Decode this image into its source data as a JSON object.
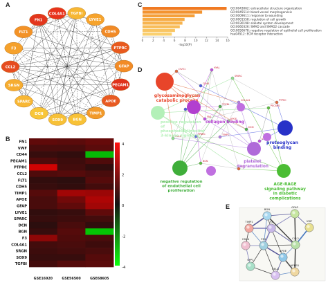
{
  "panels": {
    "a": "A",
    "b": "B",
    "c": "C",
    "d": "D",
    "e": "E"
  },
  "network_a": {
    "genes": [
      "COL4A1",
      "TGFBI",
      "LYVE1",
      "CDH5",
      "PTPRC",
      "GFAP",
      "PECAM1",
      "APOE",
      "TIMP1",
      "BGN",
      "SOX9",
      "DCN",
      "SPARC",
      "SRGN",
      "CCL2",
      "F3",
      "FLT1",
      "FN1"
    ],
    "colors": [
      "#e8331c",
      "#f7b733",
      "#f6a32c",
      "#f18a26",
      "#e85a1f",
      "#f28b27",
      "#e0331c",
      "#e85a22",
      "#f29a2a",
      "#f8c236",
      "#f7c137",
      "#f8c63a",
      "#f8b734",
      "#f6ad31",
      "#e64c1f",
      "#f5a12c",
      "#f39227",
      "#e3361d"
    ]
  },
  "heatmap": {
    "rows": [
      "FN1",
      "VWF",
      "CD44",
      "PECAM1",
      "PTPRC",
      "CCL2",
      "FLT1",
      "CDH5",
      "TIMP1",
      "APOE",
      "GFAP",
      "LYVE1",
      "SPARC",
      "DCN",
      "BGN",
      "F3",
      "COL4A1",
      "SRGN",
      "SOX9",
      "TGFBI"
    ],
    "columns": [
      "GSE16920",
      "GSE56500",
      "GSE68605"
    ],
    "legend_ticks": [
      "4",
      "2",
      "0",
      "-2",
      "-4"
    ],
    "values": [
      [
        1.3,
        1.2,
        1.4
      ],
      [
        0.9,
        0.9,
        1.2
      ],
      [
        0.6,
        0.5,
        -2.8
      ],
      [
        1.0,
        0.7,
        1.0
      ],
      [
        3.2,
        0.8,
        0.5
      ],
      [
        1.0,
        1.1,
        0.9
      ],
      [
        0.5,
        0.4,
        1.1
      ],
      [
        0.6,
        0.5,
        0.8
      ],
      [
        1.1,
        2.4,
        2.3
      ],
      [
        0.9,
        1.6,
        2.6
      ],
      [
        0.9,
        1.3,
        2.4
      ],
      [
        0.5,
        0.6,
        1.3
      ],
      [
        0.6,
        0.7,
        0.8
      ],
      [
        0.4,
        0.9,
        0.5
      ],
      [
        0.6,
        1.1,
        -3.0
      ],
      [
        2.1,
        1.0,
        0.9
      ],
      [
        0.8,
        0.9,
        0.7
      ],
      [
        0.7,
        0.8,
        0.9
      ],
      [
        0.6,
        0.6,
        1.1
      ],
      [
        0.8,
        1.1,
        1.2
      ]
    ]
  },
  "chart_data": {
    "type": "bar",
    "xlabel": "-log10(P)",
    "xlim": [
      0,
      16
    ],
    "ticks": [
      "0",
      "2",
      "4",
      "6",
      "8",
      "10",
      "12",
      "14",
      "16"
    ],
    "categories": [
      "GO:0043062: extracellular structure organization",
      "GO:0045514: blood vessel morphogenesis",
      "GO:0009611: response to wounding",
      "GO:0001558: regulation of cell growth",
      "GO:0030198: skeletal system development",
      "GO:0060326: SMAD and SMAD2 cascade",
      "GO:0050678: negative regulation of epithelial cell proliferation",
      "hsa04512: ECM receptor interaction"
    ],
    "values": [
      15.8,
      11.2,
      9.8,
      7.9,
      7.5,
      7.0,
      6.1,
      5.5
    ],
    "colors": [
      "#f07a22",
      "#f39330",
      "#f5a03a",
      "#f6ab45",
      "#f7b450",
      "#f8bd5a",
      "#f9c563",
      "#fad070"
    ]
  },
  "network_d": {
    "terms": [
      {
        "label": "glycosaminoglycan\ncatabolic process",
        "color": "#e8452a"
      },
      {
        "label": "collagen binding",
        "color": "#b23fcf"
      },
      {
        "label": "positive regulation\nof\nphosphatidylinositol\n3-kinase signaling",
        "color": "#b3f0b8"
      },
      {
        "label": "proteoglycan\nbinding",
        "color": "#2832c8"
      },
      {
        "label": "platelet\ndegranulation",
        "color": "#b06ad9"
      },
      {
        "label": "negative regulation\nof endothelial cell\nproliferation",
        "color": "#3fae3a"
      },
      {
        "label": "AGE-RAGE\nsignaling pathway\nin diabetic\ncomplications",
        "color": "#4bbd34"
      }
    ],
    "genes": [
      "LYVE1",
      "HYAL",
      "SPARC",
      "CD44",
      "COL4A1",
      "TGFBI",
      "PECAM1",
      "PTPRC",
      "FN1",
      "APOE",
      "SPARC",
      "TIMP1",
      "DCN",
      "BGN",
      "F3",
      "VWF",
      "CCL2",
      "SOX9"
    ]
  },
  "network_e": {
    "genes": [
      "BGN",
      "GFAP",
      "TIMP1",
      "F3",
      "VWF",
      "FN1",
      "CCL2",
      "CD44",
      "APOE",
      "RELA",
      "NFKB1",
      "SPP1"
    ],
    "colors": [
      "#a8d8f0",
      "#c6e6a0",
      "#f2a7a0",
      "#c8b8e8",
      "#e8e090",
      "#a0d0e0",
      "#b8e0a8",
      "#f0c0d0",
      "#90c8e8",
      "#d8c0f0",
      "#f0d8a0",
      "#a8e0c8"
    ]
  }
}
